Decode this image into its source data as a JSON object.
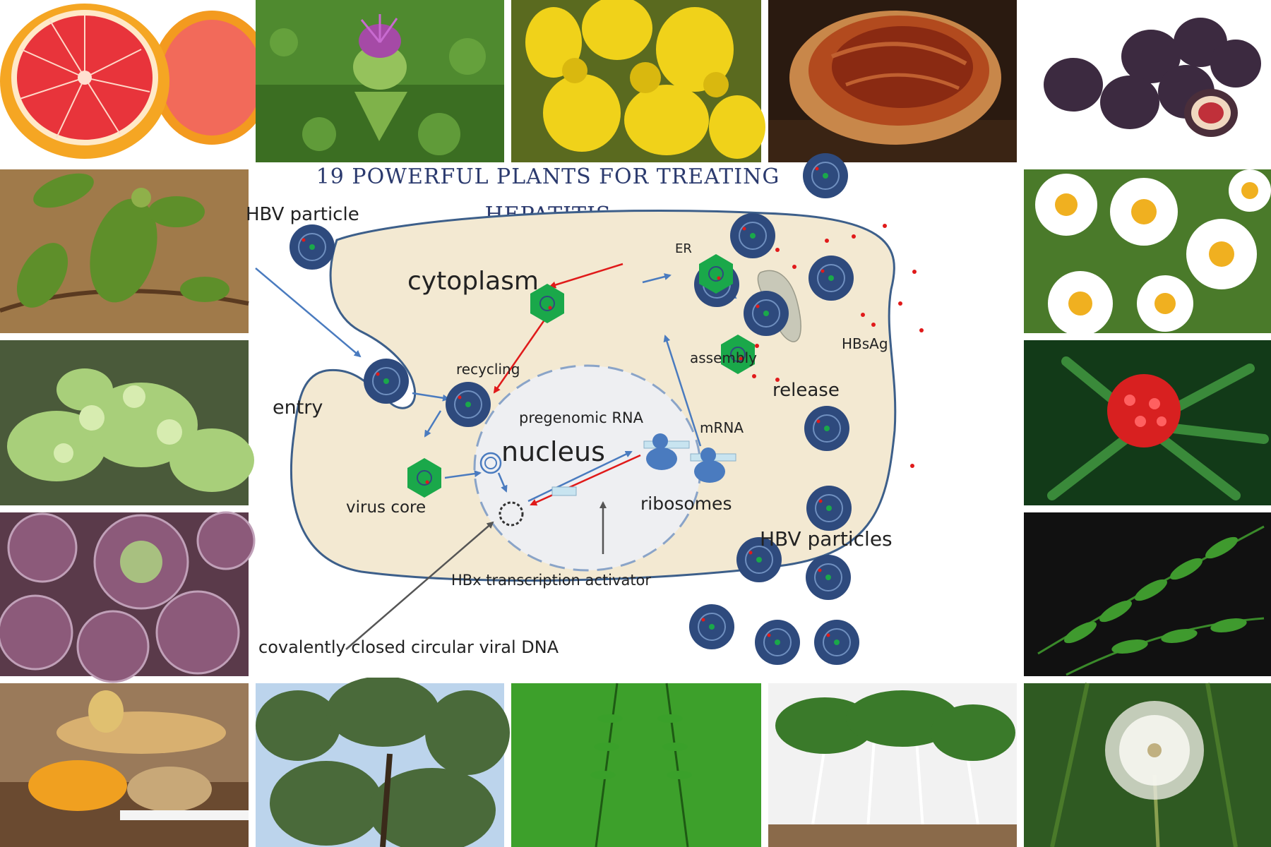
{
  "title": {
    "line1": "19 POWERFUL PLANTS FOR TREATING",
    "line2": "HEPATITIS"
  },
  "colors": {
    "title": "#2b3a6e",
    "cell": "#f3e9d2",
    "cell_outline": "#3d5f8a",
    "particle": "#2e4a7d",
    "core": "#1aa84a",
    "blue_arrow": "#4a7bbf",
    "red_arrow": "#e01a1a"
  },
  "diagram": {
    "hbv_particle": "HBV particle",
    "cytoplasm": "cytoplasm",
    "er": "ER",
    "recycling": "recycling",
    "assembly": "assembly",
    "hbsag": "HBsAg",
    "entry": "entry",
    "release": "release",
    "pregenomic_rna": "pregenomic RNA",
    "mrna": "mRNA",
    "nucleus": "nucleus",
    "virus_core": "virus core",
    "ribosomes": "ribosomes",
    "hbv_particles": "HBV particles",
    "hbx": "HBx transcription activator",
    "cccdna": "covalently closed circular viral DNA"
  },
  "photos": [
    "grapefruit-photo",
    "milk-thistle-photo",
    "golden-shower-tree-photo",
    "reishi-mushroom-photo",
    "figs-photo",
    "shrub-leaves-photo",
    "chamomile-photo",
    "liverwort-photo",
    "red-flower-plant-photo",
    "artichokes-photo",
    "neem-leaves-photo",
    "ginger-turmeric-photo",
    "leafy-tree-photo",
    "fern-leaves-photo",
    "sprouts-photo",
    "dandelion-photo"
  ]
}
